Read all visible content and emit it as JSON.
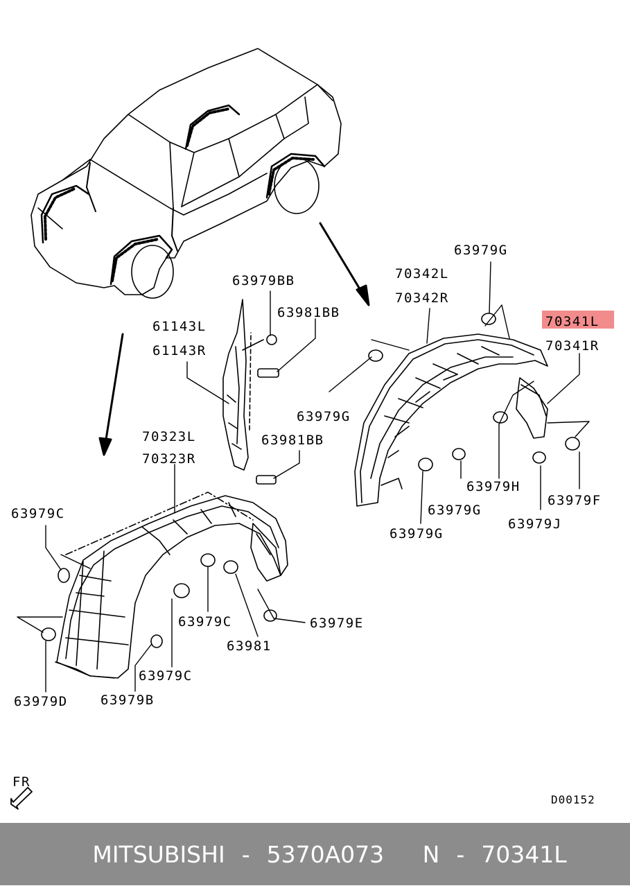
{
  "diagram": {
    "labels": {
      "p63979g_top": "63979G",
      "p70342l": "70342L",
      "p70342r": "70342R",
      "p70341l": "70341L",
      "p70341r": "70341R",
      "p63979bb": "63979BB",
      "p63981bb_top": "63981BB",
      "p61143l": "61143L",
      "p61143r": "61143R",
      "p63979g_left": "63979G",
      "p63981bb_mid": "63981BB",
      "p63979h": "63979H",
      "p63979f": "63979F",
      "p63979g_mid": "63979G",
      "p63979j": "63979J",
      "p63979g_low": "63979G",
      "p70323l": "70323L",
      "p70323r": "70323R",
      "p63979c_left": "63979C",
      "p63979c_mid": "63979C",
      "p63979e": "63979E",
      "p63981": "63981",
      "p63979c_low": "63979C",
      "p63979d": "63979D",
      "p63979b": "63979B",
      "fr": "FR",
      "diagram_code": "D00152"
    },
    "highlight_color": "#f28c8c"
  },
  "footer": {
    "brand": "MITSUBISHI",
    "sep1": "-",
    "part_number": "5370A073",
    "prefix": "N",
    "sep2": "-",
    "ref_code": "70341L",
    "background": "#8c8c8c"
  }
}
